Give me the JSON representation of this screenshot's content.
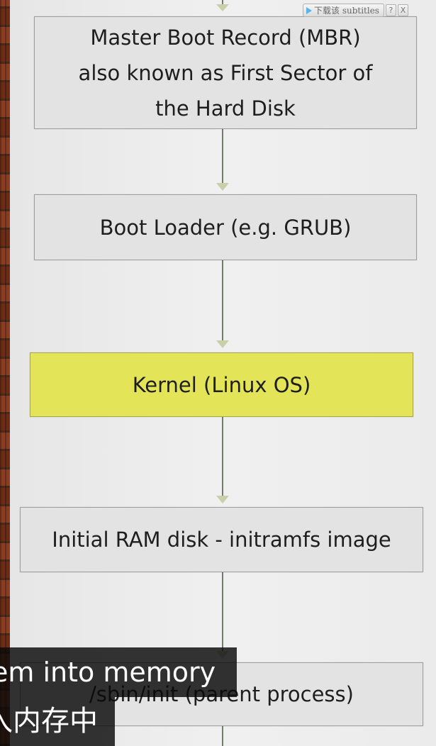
{
  "flowchart": {
    "boxes": [
      {
        "label": "Master Boot Record (MBR)\nalso known as First Sector of\nthe Hard Disk",
        "highlighted": false
      },
      {
        "label": "Boot Loader (e.g. GRUB)",
        "highlighted": false
      },
      {
        "label": "Kernel (Linux OS)",
        "highlighted": true
      },
      {
        "label": "Initial RAM disk - initramfs image",
        "highlighted": false
      },
      {
        "label": "/sbin/init (parent process)",
        "highlighted": false
      }
    ],
    "highlight_color": "#e3e457",
    "connector_color": "#6e7e68"
  },
  "subtitle_widget": {
    "label": "下载该 subtitles",
    "help_label": "?",
    "close_label": "X"
  },
  "captions": {
    "line1": "em into memory",
    "line2": "入内存中"
  }
}
